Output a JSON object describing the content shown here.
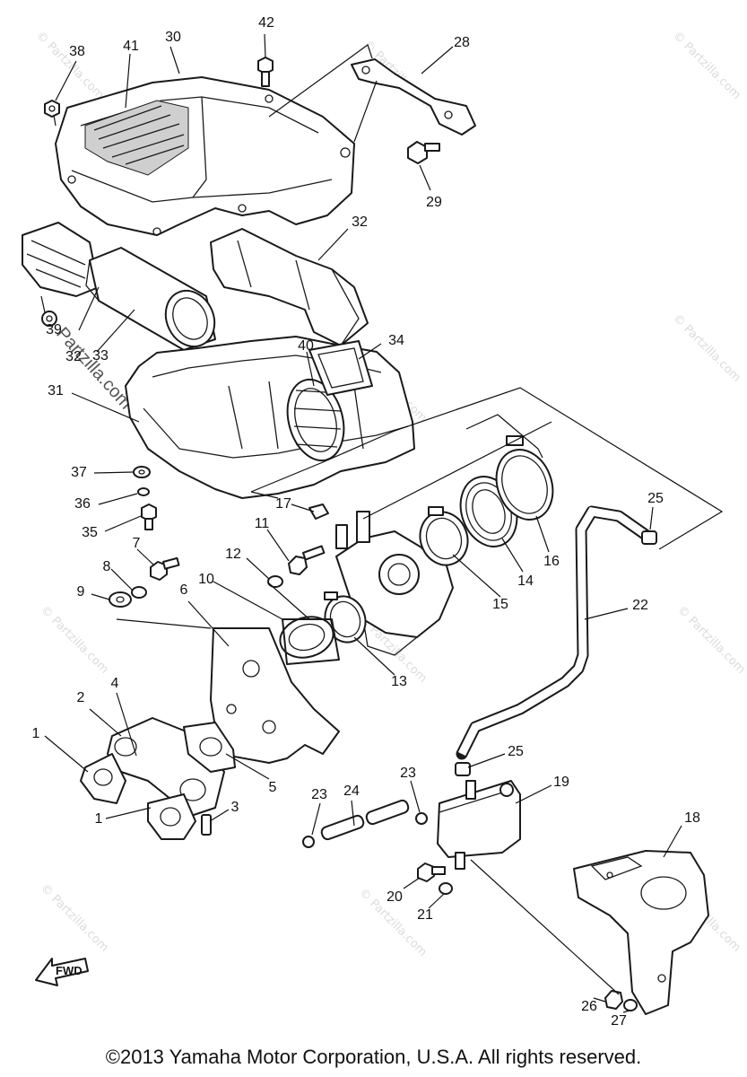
{
  "diagram": {
    "callouts": [
      "1",
      "1",
      "2",
      "3",
      "4",
      "5",
      "6",
      "7",
      "8",
      "9",
      "10",
      "11",
      "12",
      "13",
      "14",
      "15",
      "16",
      "17",
      "18",
      "19",
      "20",
      "21",
      "22",
      "23",
      "23",
      "24",
      "25",
      "25",
      "26",
      "27",
      "28",
      "29",
      "30",
      "31",
      "32",
      "33",
      "34",
      "35",
      "36",
      "37",
      "38",
      "39",
      "40",
      "41",
      "42",
      "32"
    ],
    "watermark_text": "© Partzilla.com",
    "watermark_main": "Partzilla.com",
    "fwd_label": "FWD"
  },
  "footer": {
    "copyright": "©2013  Yamaha Motor Corporation, U.S.A. All rights reserved."
  }
}
